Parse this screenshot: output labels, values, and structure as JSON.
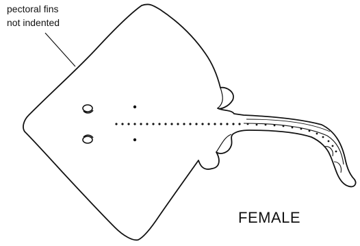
{
  "annotation": {
    "line1": "pectoral fins",
    "line2": "not indented"
  },
  "sex_label": "FEMALE",
  "colors": {
    "ink": "#111111",
    "background": "#ffffff"
  }
}
